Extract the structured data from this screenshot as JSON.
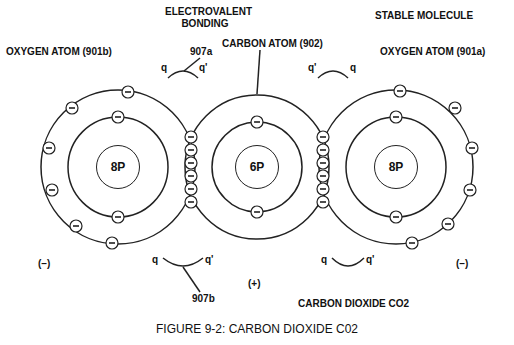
{
  "diagram": {
    "caption": "FIGURE 9-2: CARBON DIOXIDE C02",
    "nodes": [
      {
        "text": [
          "8P"
        ]
      },
      {
        "text": [
          "6P"
        ]
      },
      {
        "text": [
          "8P"
        ]
      }
    ],
    "labels": [
      "ELECTROVALENT BONDING",
      "STABLE MOLECULE",
      "OXYGEN ATOM (901b)",
      "907a",
      "CARBON ATOM (902)",
      "OXYGEN ATOM (901a)",
      "q",
      "q'",
      "q'",
      "q",
      "(–)",
      "q",
      "q'",
      "(+)",
      "q",
      "q'",
      "(–)",
      "907b",
      "CARBON DIOXIDE CO2"
    ]
  }
}
